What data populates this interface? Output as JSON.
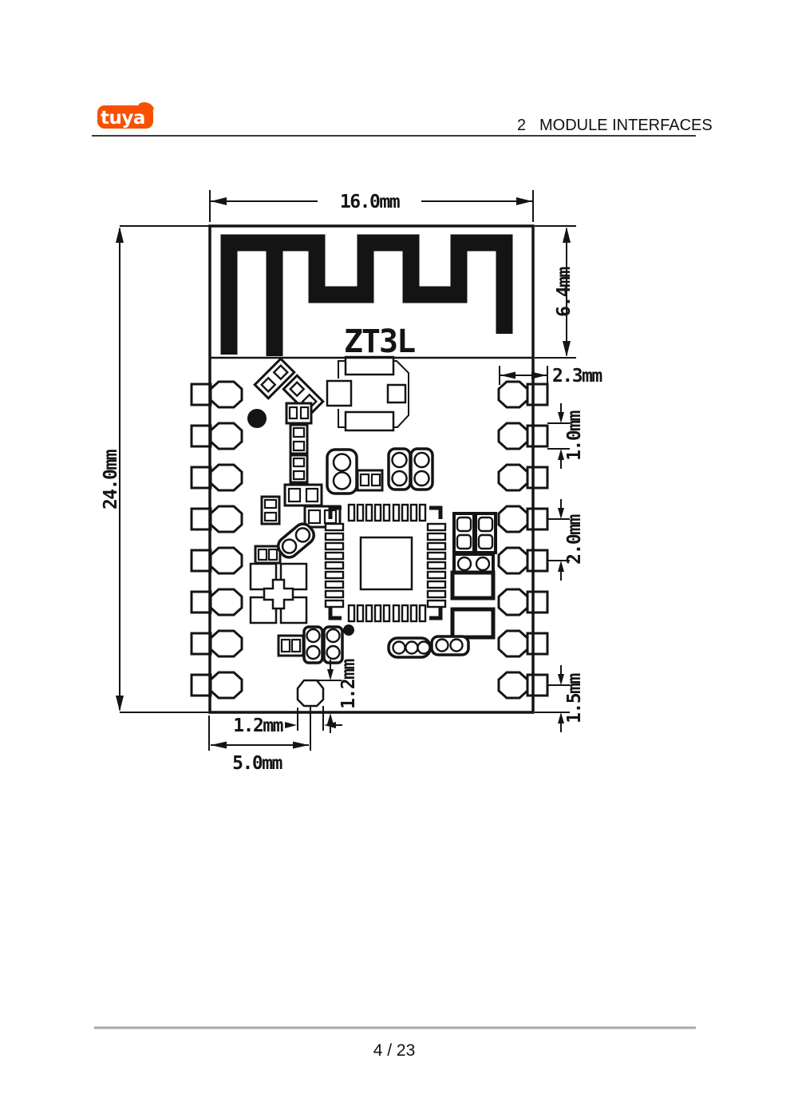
{
  "header": {
    "logo_text": "tuya",
    "section_number": "2",
    "section_title": "MODULE INTERFACES"
  },
  "footer": {
    "page_indicator": "4 / 23"
  },
  "colors": {
    "brand_orange": "#F75000",
    "drawing_black": "#141414",
    "footer_rule_gray": "#A8A8A8"
  },
  "diagram": {
    "module_label": "ZT3L",
    "pins_per_side": 8,
    "dim_width": "16.0mm",
    "dim_height": "24.0mm",
    "dim_antenna_height": "6.4mm",
    "dim_pin_length": "2.3mm",
    "dim_pad_width": "1.0mm",
    "dim_pin_pitch": "2.0mm",
    "dim_bottom_pin_offset": "1.5mm",
    "dim_notch_height": "1.2mm",
    "dim_notch_width": "1.2mm",
    "dim_notch_center_offset": "5.0mm"
  }
}
